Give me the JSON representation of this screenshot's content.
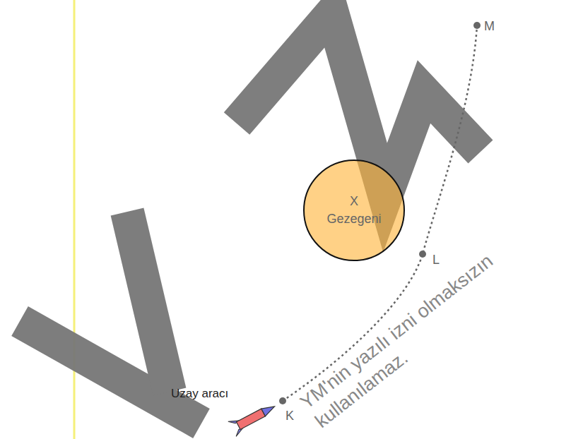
{
  "diagram": {
    "nodes": [
      {
        "text": [
          "X Gezegeni"
        ]
      }
    ],
    "labels": [
      "Uzay aracı",
      "K",
      "L",
      "M",
      "YM'nin yazılı izni olmaksızın kullanılamaz."
    ]
  }
}
